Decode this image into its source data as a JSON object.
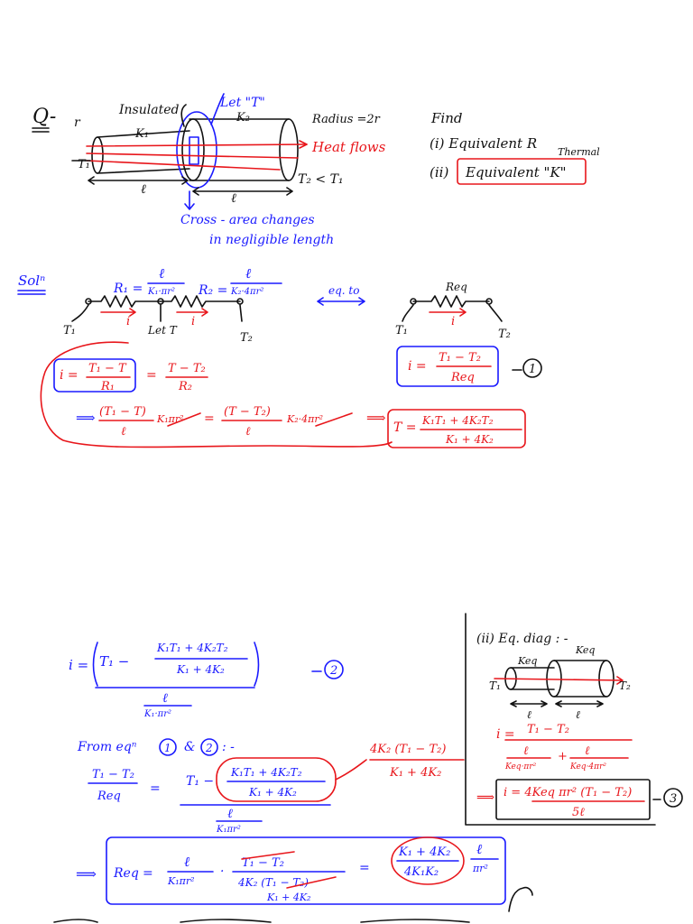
{
  "colors": {
    "ink_black": "#111111",
    "ink_blue": "#1a1aff",
    "ink_red": "#e8161b",
    "paper": "#ffffff"
  },
  "problem": {
    "q_label": "Q-",
    "r_small": "r",
    "insulated": "Insulated",
    "let_t": "Let \"T\"",
    "k1": "K₁",
    "k2": "K₂",
    "radius": "Radius =2r",
    "heat_flows": "Heat flows",
    "t1": "T₁",
    "t2_lt_t1": "T₂ < T₁",
    "l1": "ℓ",
    "l2": "ℓ",
    "cross_area_1": "Cross - area changes",
    "cross_area_2": "in negligible length",
    "find": "Find",
    "find_i": "(i) Equivalent  R",
    "find_i_sub": "Thermal",
    "find_ii_prefix": "(ii)",
    "find_ii_box": "Equivalent \"K\""
  },
  "solution": {
    "sol_label": "Solⁿ",
    "r1_lhs": "R₁ =",
    "r1_num": "ℓ",
    "r1_den": "K₁·πr²",
    "r2_lhs": "R₂ =",
    "r2_num": "ℓ",
    "r2_den": "K₂·4πr²",
    "eq_to": "eq. to",
    "req_label": "Req",
    "t1_left": "T₁",
    "let_t_node": "Let T",
    "t2_node": "T₂",
    "i_label": "i",
    "t1_right": "T₁",
    "t2_right": "T₂",
    "i_lhs": "i =",
    "i_num1": "T₁ − T",
    "i_den1": "R₁",
    "eq_sign": "=",
    "i_num2": "T − T₂",
    "i_den2": "R₂",
    "i_eq_num": "T₁ − T₂",
    "i_eq_den": "Req",
    "marker_1": "1",
    "implies_1": "⟹",
    "line2_a": "(T₁ − T)",
    "line2_a_den": "ℓ",
    "line2_k1": "K₁πr²",
    "line2_b": "(T − T₂)",
    "line2_b_den": "ℓ",
    "line2_k2": "K₂·4πr²",
    "t_result_lhs": "T =",
    "t_result_num": "K₁T₁ + 4K₂T₂",
    "t_result_den": "K₁ + 4K₂"
  },
  "part2": {
    "i_lhs": "i =",
    "i_expr_a": "T₁ −",
    "i_expr_num": "K₁T₁ + 4K₂T₂",
    "i_expr_den": "K₁ + 4K₂",
    "i_den_num": "ℓ",
    "i_den_den": "K₁·πr²",
    "marker_2": "2",
    "from_eq": "From eqⁿ",
    "from_eq_1": "1",
    "from_eq_and": "&",
    "from_eq_2": "2",
    "from_eq_tail": ": -",
    "lhs_num": "T₁ − T₂",
    "lhs_den": "Req",
    "rhs_a": "T₁ −",
    "rhs_num": "K₁T₁ + 4K₂T₂",
    "rhs_den": "K₁ + 4K₂",
    "rhs_l": "ℓ",
    "rhs_l_den": "K₁πr²",
    "side_num": "4K₂ (T₁ − T₂)",
    "side_den": "K₁ + 4K₂",
    "implies_2": "⟹",
    "req_lhs": "Req",
    "req_frac_num": "ℓ",
    "req_frac_den": "K₁πr²",
    "req_t_num": "T₁ − T₂",
    "req_t_den_num": "4K₂ (T₁ − T₂)",
    "req_t_den_den": "K₁ + 4K₂",
    "req_result_num": "K₁ + 4K₂",
    "req_result_den": "4K₁K₂",
    "req_result_l": "ℓ",
    "req_result_l_den": "πr²"
  },
  "side_panel": {
    "title": "(ii)  Eq. diag : -",
    "keq_1": "Keq",
    "keq_2": "Keq",
    "t1": "T₁",
    "t2": "T₂",
    "l1": "ℓ",
    "l2": "ℓ",
    "i_lhs": "i =",
    "i_num": "T₁ − T₂",
    "den_a_num": "ℓ",
    "den_a_den": "Keq·πr²",
    "den_b_num": "ℓ",
    "den_b_den": "Keq·4πr²",
    "implies": "⟹",
    "final": "i = 4Keq πr² (T₁ − T₂)",
    "final_den": "5ℓ",
    "marker_3": "3"
  }
}
